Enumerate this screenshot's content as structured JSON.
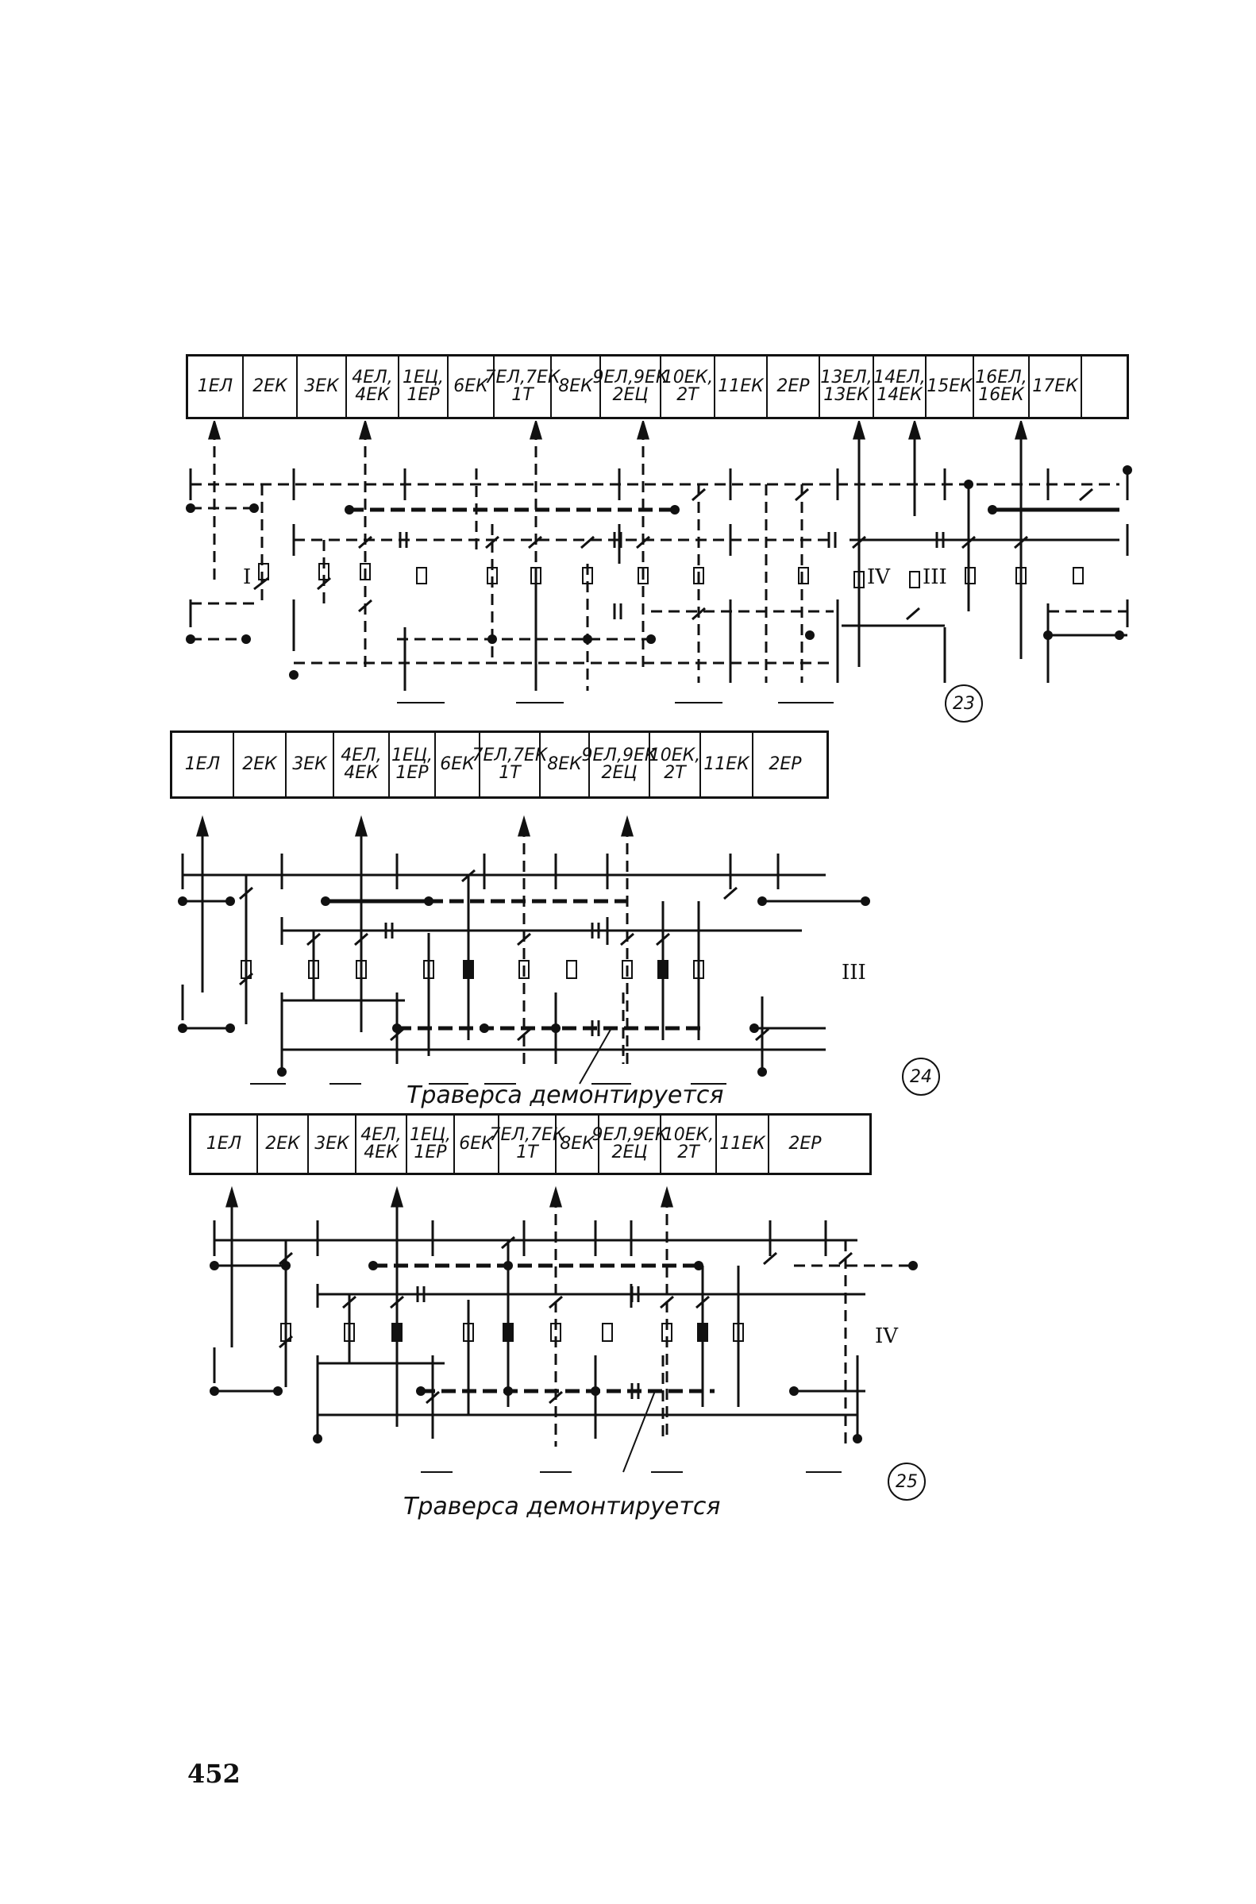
{
  "page_number": "452",
  "figures": [
    {
      "number": "23",
      "columns": [
        "1ЕЛ",
        "2ЕК",
        "3ЕК",
        "4ЕЛ,\n4ЕК",
        "1ЕЦ,\n1ЕР",
        "6ЕК",
        "7ЕЛ,7ЕК\n1Т",
        "8ЕК",
        "9ЕЛ,9ЕК\n2ЕЦ",
        "10ЕК,\n2Т",
        "11ЕК",
        "2ЕР",
        "13ЕЛ,\n13ЕК",
        "14ЕЛ,\n14ЕК",
        "15ЕК",
        "16ЕЛ,\n16ЕК",
        "17ЕК",
        ""
      ],
      "roman_marks": [
        "I",
        "IV",
        "III"
      ],
      "caption": ""
    },
    {
      "number": "24",
      "columns": [
        "1ЕЛ",
        "2ЕК",
        "3ЕК",
        "4ЕЛ,\n4ЕК",
        "1ЕЦ,\n1ЕР",
        "6ЕК",
        "7ЕЛ,7ЕК\n1Т",
        "8ЕК",
        "9ЕЛ,9ЕК\n2ЕЦ",
        "10ЕК,\n2Т",
        "11ЕК",
        "2ЕР"
      ],
      "roman_marks": [
        "III"
      ],
      "caption": "Траверса демонтируется"
    },
    {
      "number": "25",
      "columns": [
        "1ЕЛ",
        "2ЕК",
        "3ЕК",
        "4ЕЛ,\n4ЕК",
        "1ЕЦ,\n1ЕР",
        "6ЕК",
        "7ЕЛ,7ЕК\n1Т",
        "8ЕК",
        "9ЕЛ,9ЕК\n2ЕЦ",
        "10ЕК,\n2Т",
        "11ЕК",
        "2ЕР"
      ],
      "roman_marks": [
        "IV"
      ],
      "caption": "Траверса демонтируется"
    }
  ]
}
